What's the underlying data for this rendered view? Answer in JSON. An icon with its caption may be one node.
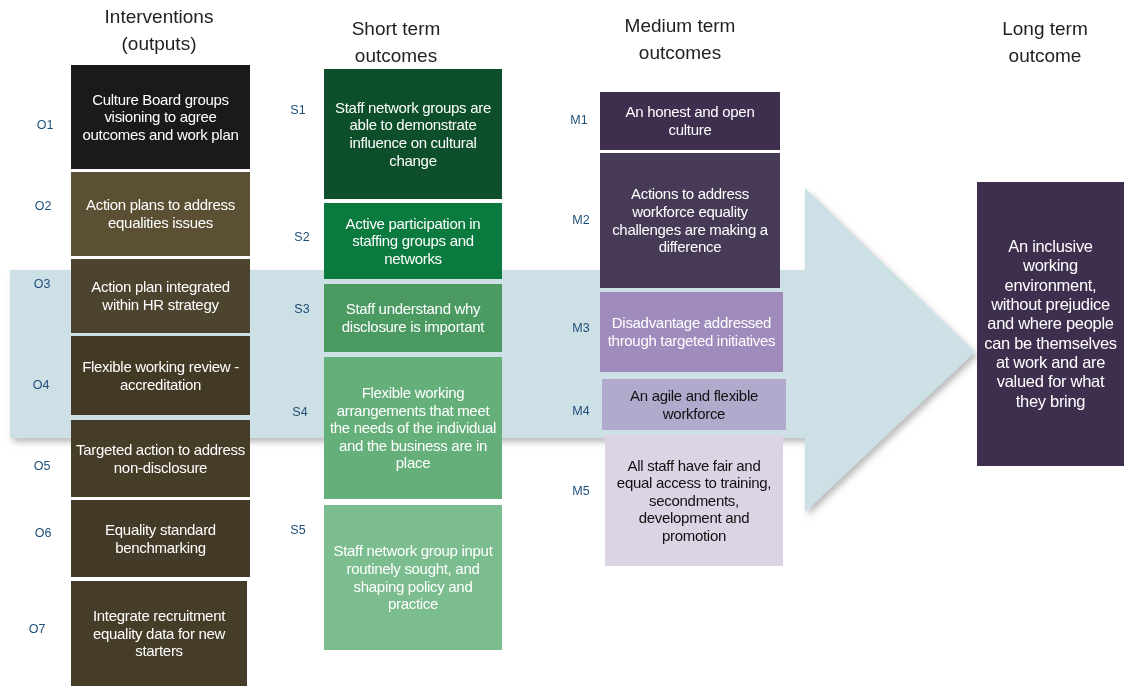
{
  "diagram": {
    "nodes": [
      {
        "text": [
          "Culture Board groups visioning to agree outcomes and work plan"
        ],
        "beside": [
          "O1"
        ]
      },
      {
        "text": [
          "Action plans to address equalities issues"
        ],
        "beside": [
          "O2"
        ]
      },
      {
        "text": [
          "Action plan integrated within HR strategy"
        ],
        "beside": [
          "O3"
        ]
      },
      {
        "text": [
          "Flexible working review - accreditation"
        ],
        "beside": [
          "O4"
        ]
      },
      {
        "text": [
          "Targeted action to address non-disclosure"
        ],
        "beside": [
          "O5"
        ]
      },
      {
        "text": [
          "Equality standard benchmarking"
        ],
        "beside": [
          "O6"
        ]
      },
      {
        "text": [
          "Integrate recruitment equality data for new starters"
        ],
        "beside": [
          "O7"
        ]
      },
      {
        "text": [
          "Staff network groups are able to demonstrate influence on cultural change"
        ],
        "beside": [
          "S1"
        ]
      },
      {
        "text": [
          "Active participation in staffing groups and networks"
        ],
        "beside": [
          "S2"
        ]
      },
      {
        "text": [
          "Staff understand why disclosure is important"
        ],
        "beside": [
          "S3"
        ]
      },
      {
        "text": [
          "Flexible working arrangements that meet the needs of the individual and the business are in place"
        ],
        "beside": [
          "S4"
        ]
      },
      {
        "text": [
          "Staff network group input routinely sought, and shaping policy and practice"
        ],
        "beside": [
          "S5"
        ]
      },
      {
        "text": [
          "An honest and open culture"
        ],
        "beside": [
          "M1"
        ]
      },
      {
        "text": [
          "Actions to address workforce equality challenges are making a difference"
        ],
        "beside": [
          "M2"
        ]
      },
      {
        "text": [
          "Disadvantage addressed through targeted initiatives"
        ],
        "beside": [
          "M3"
        ]
      },
      {
        "text": [
          "An agile and flexible workforce"
        ],
        "beside": [
          "M4"
        ]
      },
      {
        "text": [
          "All staff have fair and equal access to training, secondments, development and promotion"
        ],
        "beside": [
          "M5"
        ]
      },
      {
        "text": [
          "An inclusive working environment, without prejudice and where people can be themselves at work and are valued for what they bring"
        ]
      }
    ],
    "edges": [
      {
        "from": null,
        "to": 17,
        "arrow": "to"
      }
    ],
    "labels": [
      "Interventions (outputs)",
      "Short term outcomes",
      "Medium term outcomes",
      "Long term outcome"
    ]
  }
}
